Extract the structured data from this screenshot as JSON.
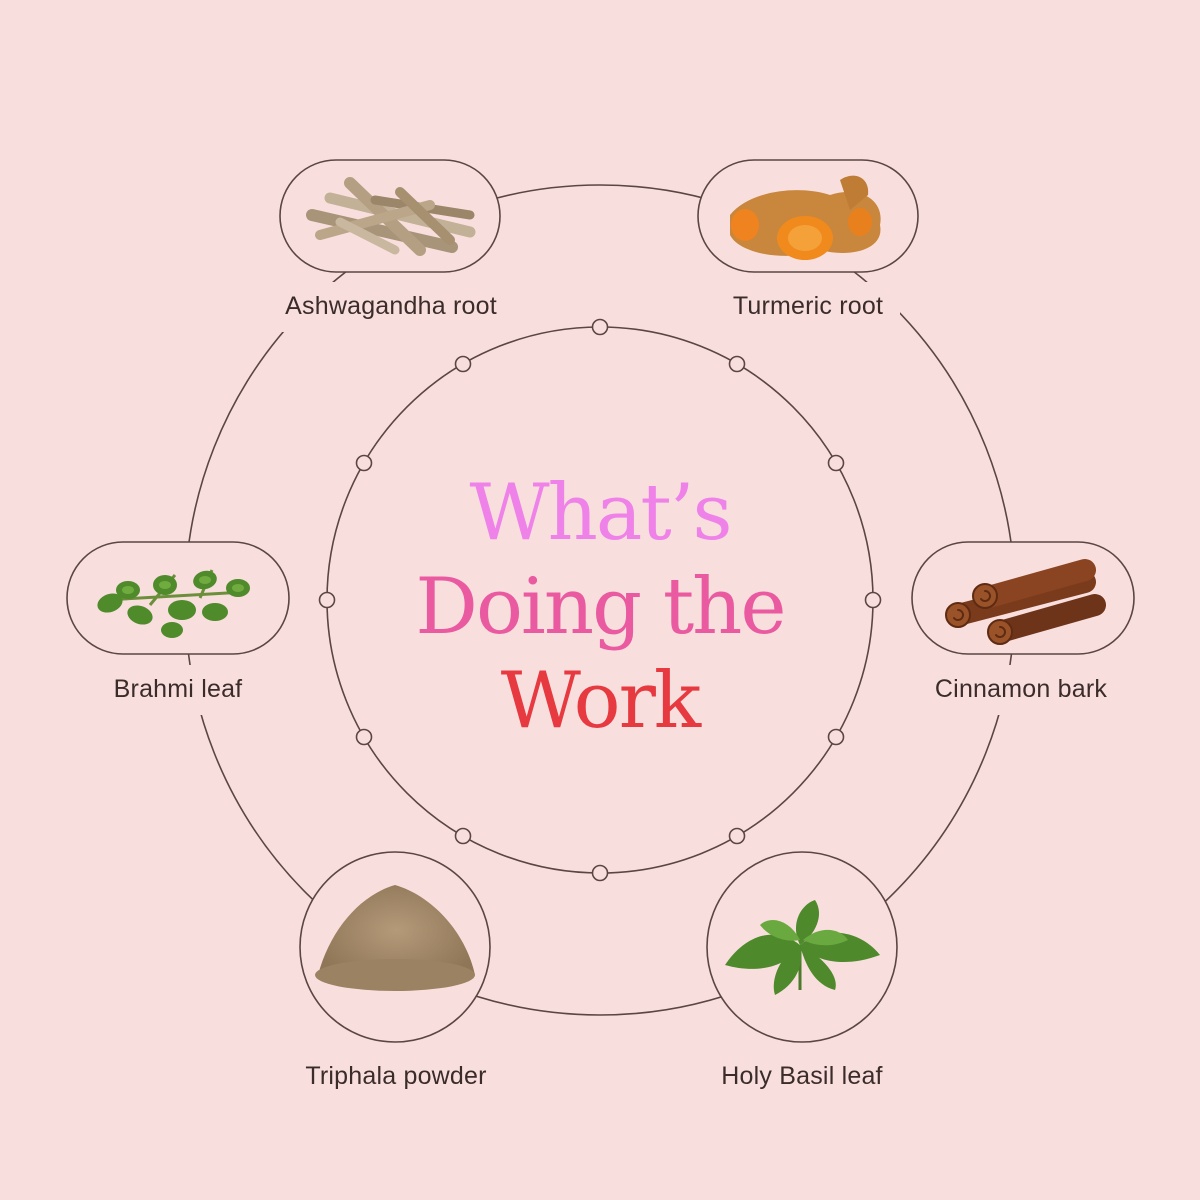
{
  "title": {
    "line1": "What’s",
    "line2": "Doing the",
    "line3": "Work"
  },
  "ingredients": [
    {
      "label": "Ashwagandha root",
      "icon": "ashwagandha-root-icon"
    },
    {
      "label": "Turmeric root",
      "icon": "turmeric-root-icon"
    },
    {
      "label": "Brahmi leaf",
      "icon": "brahmi-leaf-icon"
    },
    {
      "label": "Cinnamon bark",
      "icon": "cinnamon-bark-icon"
    },
    {
      "label": "Triphala powder",
      "icon": "triphala-powder-icon"
    },
    {
      "label": "Holy Basil leaf",
      "icon": "holy-basil-leaf-icon"
    }
  ],
  "colors": {
    "background": "#f8dfde",
    "line": "#5b4643",
    "title_top": "#ee7fe6",
    "title_bottom": "#e5393f"
  }
}
